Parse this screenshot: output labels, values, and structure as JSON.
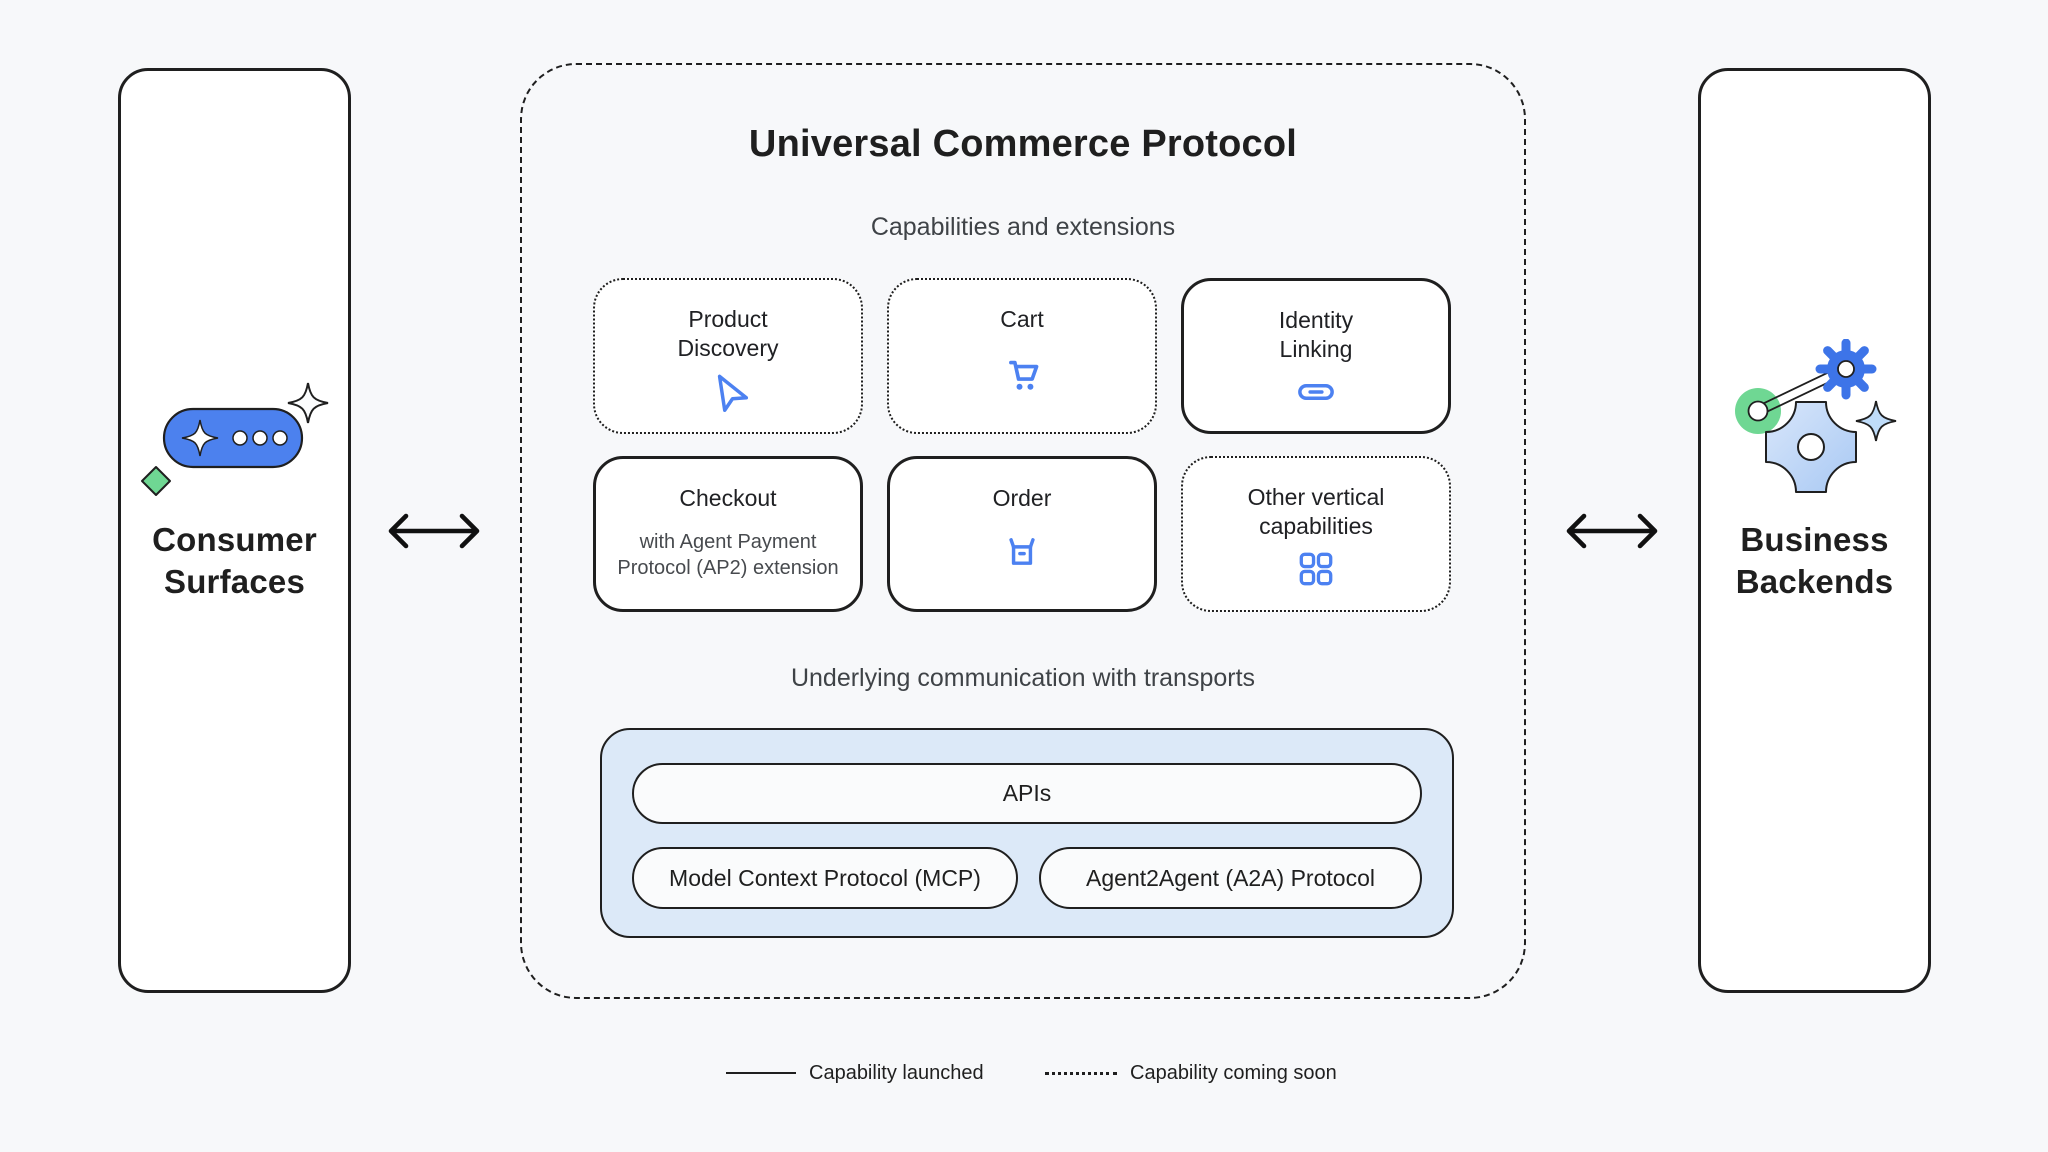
{
  "left_panel": {
    "label": "Consumer Surfaces",
    "icon": "chat-sparkle-icon"
  },
  "right_panel": {
    "label": "Business Backends",
    "icon": "gears-sparkle-icon"
  },
  "protocol": {
    "title": "Universal Commerce Protocol",
    "capabilities_heading": "Capabilities and extensions",
    "capabilities": [
      {
        "label": "Product Discovery",
        "status": "coming-soon",
        "icon": "navigation-icon"
      },
      {
        "label": "Cart",
        "status": "coming-soon",
        "icon": "cart-icon"
      },
      {
        "label": "Identity Linking",
        "status": "launched",
        "icon": "link-icon"
      },
      {
        "label": "Checkout",
        "sublabel": "with Agent Payment Protocol (AP2) extension",
        "status": "launched"
      },
      {
        "label": "Order",
        "status": "launched",
        "icon": "order-box-icon"
      },
      {
        "label": "Other vertical capabilities",
        "status": "coming-soon",
        "icon": "grid-icon"
      }
    ],
    "transports_heading": "Underlying communication with transports",
    "transports": {
      "api_pill": "APIs",
      "mcp_pill": "Model Context Protocol (MCP)",
      "a2a_pill": "Agent2Agent (A2A) Protocol"
    }
  },
  "legend": {
    "launched_label": "Capability launched",
    "coming_soon_label": "Capability coming soon"
  },
  "colors": {
    "background": "#F7F8FA",
    "panel_fill": "#FFFFFF",
    "outline": "#1F1F1F",
    "accent_blue": "#4C81F1",
    "dark_blue_gear": "#3D74E8",
    "transport_fill": "#DCE9F8",
    "icon_green": "#6FD793",
    "icon_light_blue": "#BFDCF9"
  }
}
